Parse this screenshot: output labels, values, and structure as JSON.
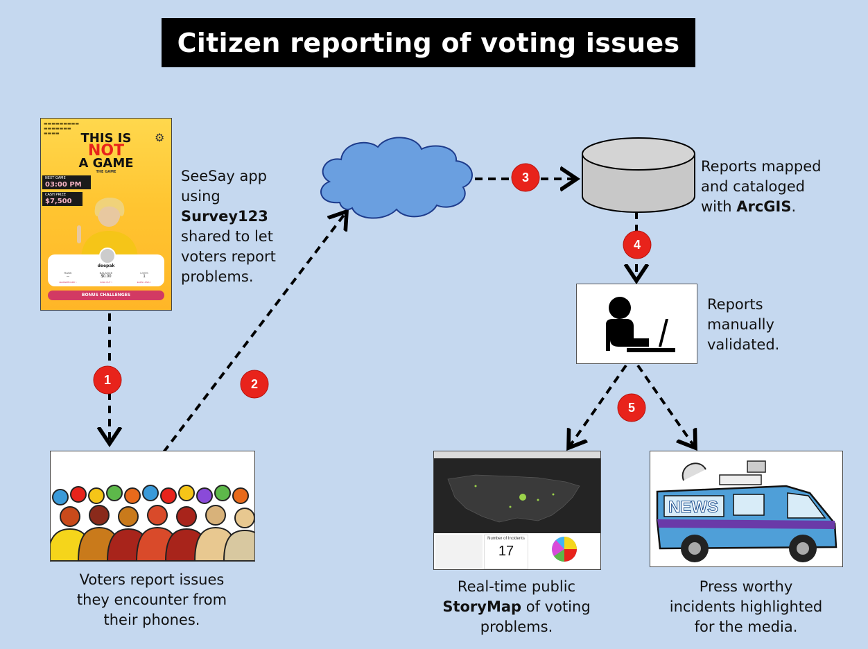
{
  "title": "Citizen reporting of voting issues",
  "steps": [
    {
      "number": "1"
    },
    {
      "number": "2"
    },
    {
      "number": "3"
    },
    {
      "number": "4"
    },
    {
      "number": "5"
    }
  ],
  "app_description": {
    "line1": "SeeSay app",
    "line2": "using",
    "bold": "Survey123",
    "line4": "shared to let",
    "line5": "voters report",
    "line6": "problems."
  },
  "arcgis_description": {
    "line1": "Reports mapped",
    "line2": "and cataloged",
    "prefix": "with ",
    "bold": "ArcGIS",
    "suffix": "."
  },
  "validation_description": {
    "line1": "Reports",
    "line2": "manually",
    "line3": "validated."
  },
  "voters_description": {
    "line1": "Voters report issues",
    "line2": "they encounter from",
    "line3": "their phones."
  },
  "storymap_description": {
    "line1": "Real-time public",
    "bold": "StoryMap",
    "suffix": " of voting",
    "line3": "problems."
  },
  "media_description": {
    "line1": "Press worthy",
    "line2": "incidents highlighted",
    "line3": "for the media."
  },
  "phone_screen": {
    "title_top": "THIS IS",
    "title_mid": "NOT",
    "title_bottom": "A GAME",
    "subtitle": "THE GAME",
    "next_game_label": "NEXT GAME",
    "next_game_time": "03:00 PM",
    "cash_prize_label": "CASH PRIZE",
    "cash_prize_value": "$7,500",
    "username": "deepak",
    "rank_label": "RANK",
    "rank_value": "--",
    "balance_label": "BALANCE",
    "balance_value": "$0.00",
    "lives_label": "LIVES",
    "lives_value": "1",
    "leaderboard_link": "LEADERBOARD >",
    "cash_out_link": "CASH OUT >",
    "earn_lives_link": "EARN LIVES >",
    "bonus_button": "BONUS CHALLENGES"
  },
  "dashboard": {
    "incidents_label": "Number of Incidents",
    "incidents_value": "17"
  },
  "news_van": {
    "sign": "NEWS"
  },
  "colors": {
    "background": "#c5d8ef",
    "badge": "#e8231b",
    "cloud": "#6a9fe0",
    "database": "#c8c8c8",
    "news_van_blue": "#4f9fd8",
    "phone_pink": "#d23a63"
  }
}
